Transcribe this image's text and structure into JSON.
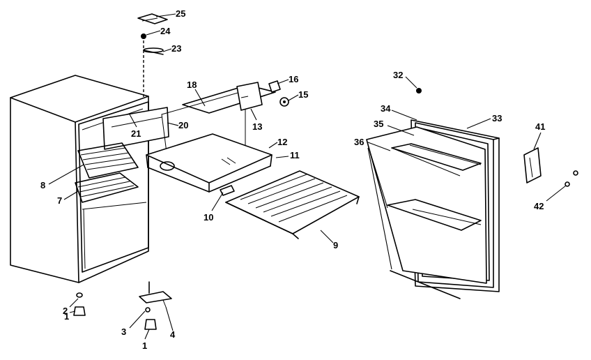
{
  "callouts": [
    {
      "id": "c25",
      "text": "25"
    },
    {
      "id": "c24",
      "text": "24"
    },
    {
      "id": "c23",
      "text": "23"
    },
    {
      "id": "c18",
      "text": "18"
    },
    {
      "id": "c16",
      "text": "16"
    },
    {
      "id": "c15",
      "text": "15"
    },
    {
      "id": "c13",
      "text": "13"
    },
    {
      "id": "c20",
      "text": "20"
    },
    {
      "id": "c21",
      "text": "21"
    },
    {
      "id": "c12",
      "text": "12"
    },
    {
      "id": "c11",
      "text": "11"
    },
    {
      "id": "c8",
      "text": "8"
    },
    {
      "id": "c7",
      "text": "7"
    },
    {
      "id": "c10",
      "text": "10"
    },
    {
      "id": "c9",
      "text": "9"
    },
    {
      "id": "c2",
      "text": "2"
    },
    {
      "id": "c1a",
      "text": "1"
    },
    {
      "id": "c3",
      "text": "3"
    },
    {
      "id": "c1b",
      "text": "1"
    },
    {
      "id": "c4",
      "text": "4"
    },
    {
      "id": "c32",
      "text": "32"
    },
    {
      "id": "c34",
      "text": "34"
    },
    {
      "id": "c33",
      "text": "33"
    },
    {
      "id": "c35",
      "text": "35"
    },
    {
      "id": "c36",
      "text": "36"
    },
    {
      "id": "c41",
      "text": "41"
    },
    {
      "id": "c42",
      "text": "42"
    }
  ]
}
